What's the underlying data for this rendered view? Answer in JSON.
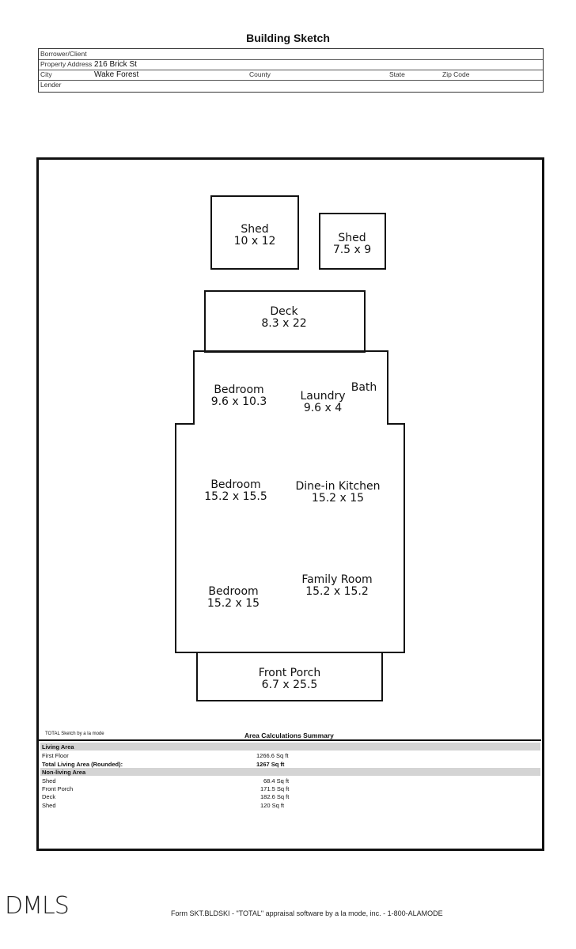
{
  "header": {
    "title": "Building Sketch",
    "borrower_label": "Borrower/Client",
    "address_label": "Property Address",
    "address_value": "216 Brick St",
    "city_label": "City",
    "city_value": "Wake Forest",
    "county_label": "County",
    "state_label": "State",
    "zip_label": "Zip Code",
    "lender_label": "Lender"
  },
  "sketch": {
    "shed1_name": "Shed",
    "shed1_dims": "10 x 12",
    "shed2_name": "Shed",
    "shed2_dims": "7.5 x 9",
    "deck_name": "Deck",
    "deck_dims": "8.3 x 22",
    "bedroom1_name": "Bedroom",
    "bedroom1_dims": "9.6 x 10.3",
    "laundry_name": "Laundry",
    "laundry_dims": "9.6 x 4",
    "bath_name": "Bath",
    "bedroom2_name": "Bedroom",
    "bedroom2_dims": "15.2 x 15.5",
    "kitchen_name": "Dine-in Kitchen",
    "kitchen_dims": "15.2 x 15",
    "family_name": "Family Room",
    "family_dims": "15.2 x 15.2",
    "bedroom3_name": "Bedroom",
    "bedroom3_dims": "15.2 x 15",
    "porch_name": "Front Porch",
    "porch_dims": "6.7 x 25.5"
  },
  "summary": {
    "software_note": "TOTAL Sketch by a la mode",
    "title": "Area Calculations Summary",
    "living_header": "Living Area",
    "first_floor_label": "First Floor",
    "first_floor_value": "1266.6 Sq ft",
    "total_label": "Total Living Area (Rounded):",
    "total_value": "1267 Sq ft",
    "nonliving_header": "Non-living Area",
    "nonliving": [
      {
        "label": "Shed",
        "value": "68.4 Sq ft"
      },
      {
        "label": "Front Porch",
        "value": "171.5 Sq ft"
      },
      {
        "label": "Deck",
        "value": "182.6 Sq ft"
      },
      {
        "label": "Shed",
        "value": "120 Sq ft"
      }
    ]
  },
  "footer": {
    "form_text": "Form SKT.BLDSKI - \"TOTAL\" appraisal software by a la mode, inc. - 1-800-ALAMODE",
    "logo_text": "DMLS"
  }
}
